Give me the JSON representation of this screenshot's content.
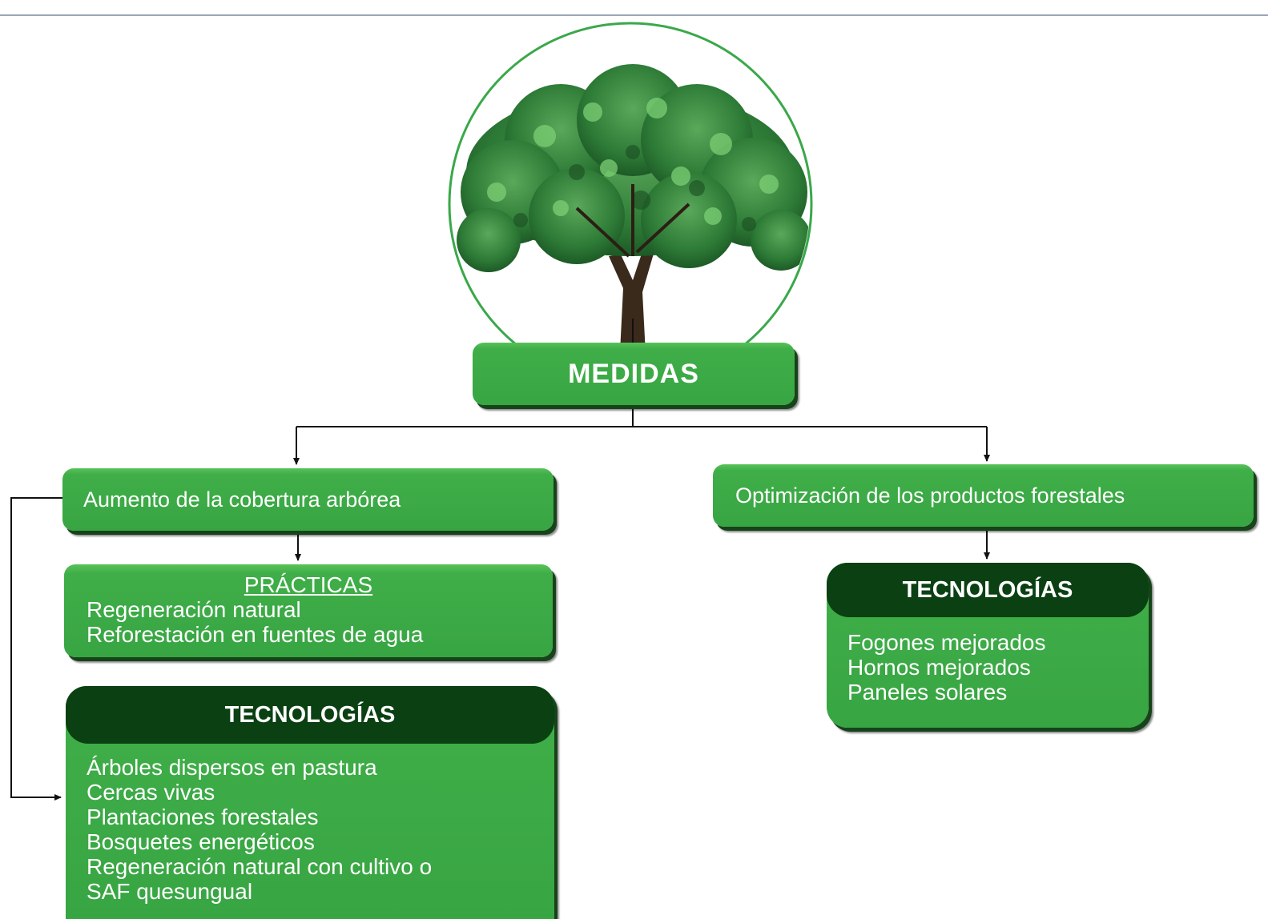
{
  "title": "BOSQUE",
  "center": "MEDIDAS",
  "left": {
    "measure": "Aumento de la cobertura arbórea",
    "practices": {
      "header": "PRÁCTICAS",
      "items": [
        "Regeneración natural",
        "Reforestación en fuentes de agua"
      ]
    },
    "technologies": {
      "header": "TECNOLOGÍAS",
      "items": [
        "Árboles dispersos en pastura",
        "Cercas vivas",
        "Plantaciones forestales",
        "Bosquetes energéticos",
        "Regeneración natural con cultivo o",
        "SAF quesungual"
      ]
    }
  },
  "right": {
    "measure": "Optimización de los productos forestales",
    "technologies": {
      "header": "TECNOLOGÍAS",
      "items": [
        "Fogones mejorados",
        "Hornos mejorados",
        "Paneles solares"
      ]
    }
  },
  "colors": {
    "box_green": "#3fae48",
    "dark_green": "#0a4012",
    "title_green": "#3aa84a"
  }
}
